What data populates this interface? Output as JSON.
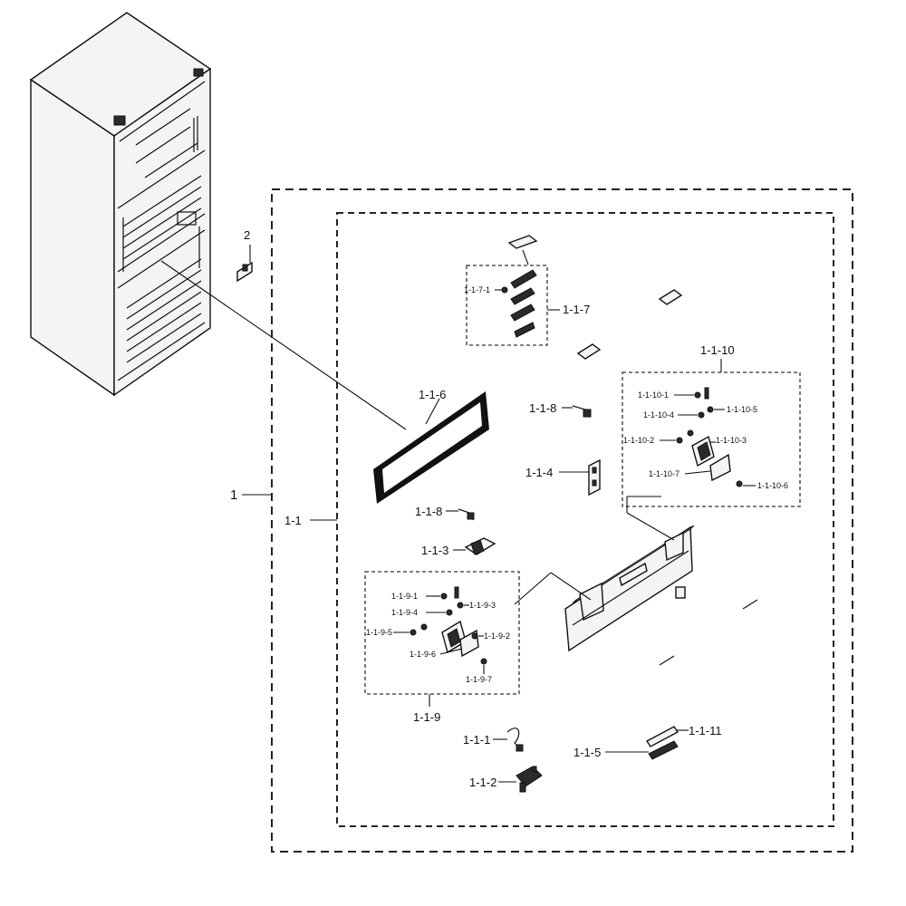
{
  "labels": {
    "assembly": "1",
    "sub_assembly": "1-1",
    "hinge_part": "2",
    "p_1_1_1": "1-1-1",
    "p_1_1_2": "1-1-2",
    "p_1_1_3": "1-1-3",
    "p_1_1_4": "1-1-4",
    "p_1_1_5": "1-1-5",
    "p_1_1_6": "1-1-6",
    "p_1_1_7": "1-1-7",
    "p_1_1_7_1": "1-1-7-1",
    "p_1_1_8_a": "1-1-8",
    "p_1_1_8_b": "1-1-8",
    "p_1_1_9": "1-1-9",
    "p_1_1_9_1": "1-1-9-1",
    "p_1_1_9_2": "1-1-9-2",
    "p_1_1_9_3": "1-1-9-3",
    "p_1_1_9_4": "1-1-9-4",
    "p_1_1_9_5": "1-1-9-5",
    "p_1_1_9_6": "1-1-9-6",
    "p_1_1_9_7": "1-1-9-7",
    "p_1_1_10": "1-1-10",
    "p_1_1_10_1": "1-1-10-1",
    "p_1_1_10_2": "1-1-10-2",
    "p_1_1_10_3": "1-1-10-3",
    "p_1_1_10_4": "1-1-10-4",
    "p_1_1_10_5": "1-1-10-5",
    "p_1_1_10_6": "1-1-10-6",
    "p_1_1_10_7": "1-1-10-7",
    "p_1_1_11": "1-1-11"
  }
}
